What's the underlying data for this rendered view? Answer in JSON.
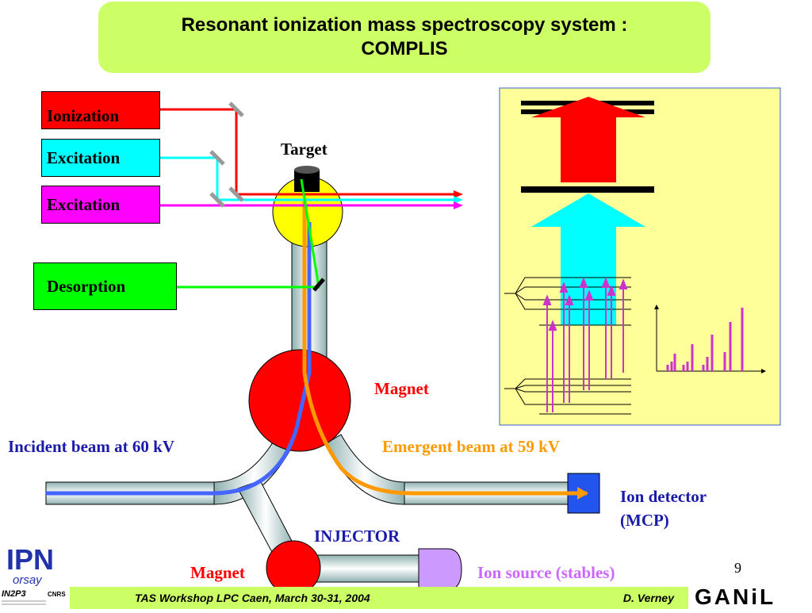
{
  "title": {
    "line1": "Resonant ionization mass spectroscopy system :",
    "line2": "COMPLIS"
  },
  "lasers": {
    "ionization": "Ionization",
    "excitation_1": "Excitation",
    "excitation_2": "Excitation",
    "desorption": "Desorption"
  },
  "labels": {
    "target": "Target",
    "magnet_main": "Magnet",
    "incident_beam": "Incident beam at 60 kV",
    "emergent_beam": "Emergent beam at 59 kV",
    "ion_detector_line1": "Ion detector",
    "ion_detector_line2": "(MCP)",
    "injector": "INJECTOR",
    "magnet_injector": "Magnet",
    "ion_source": "Ion source (stables)"
  },
  "footer": {
    "event": "TAS Workshop LPC Caen, March 30-31, 2004",
    "author": "D. Verney"
  },
  "page_number": "9",
  "logos": {
    "ganil": "GANiL",
    "ipn": "IPN",
    "orsay": "orsay",
    "in2p3": "IN2P3",
    "cnrs": "CNRS"
  },
  "colors": {
    "title_bg": "#ccff66",
    "ionization": "#ff0000",
    "excitation_1": "#00ffff",
    "excitation_2": "#ff00ff",
    "desorption": "#00ff00",
    "magnet": "#ff0000",
    "incident_beam": "#4466ff",
    "emergent_beam": "#ff9900",
    "label_red": "#ff0000",
    "label_blue": "#1a1aaa",
    "label_orange": "#ff9900",
    "label_violet": "#cc66ff",
    "inset_bg": "#ffff99"
  }
}
